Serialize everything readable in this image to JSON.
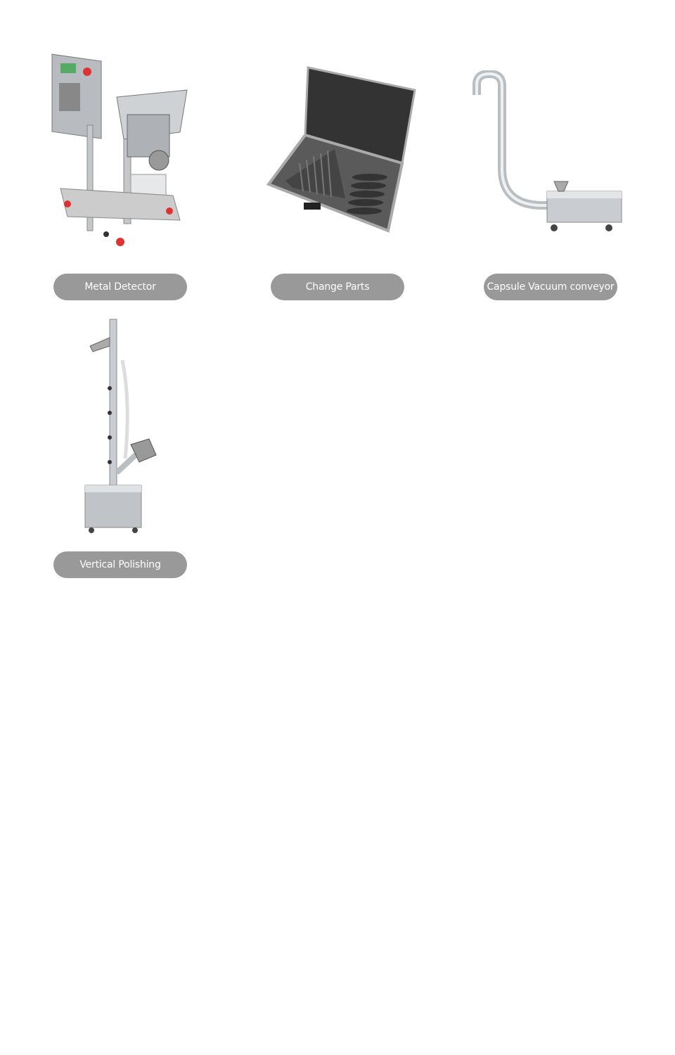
{
  "products": [
    {
      "label": "Metal Detector",
      "image": "metal-detector-machine"
    },
    {
      "label": "Change Parts",
      "image": "change-parts-case"
    },
    {
      "label": "Capsule Vacuum conveyor",
      "image": "capsule-vacuum-conveyor"
    },
    {
      "label": "Vertical Polishing",
      "image": "vertical-polishing-machine"
    }
  ],
  "colors": {
    "button_bg": "#999999",
    "button_text": "#ffffff"
  }
}
